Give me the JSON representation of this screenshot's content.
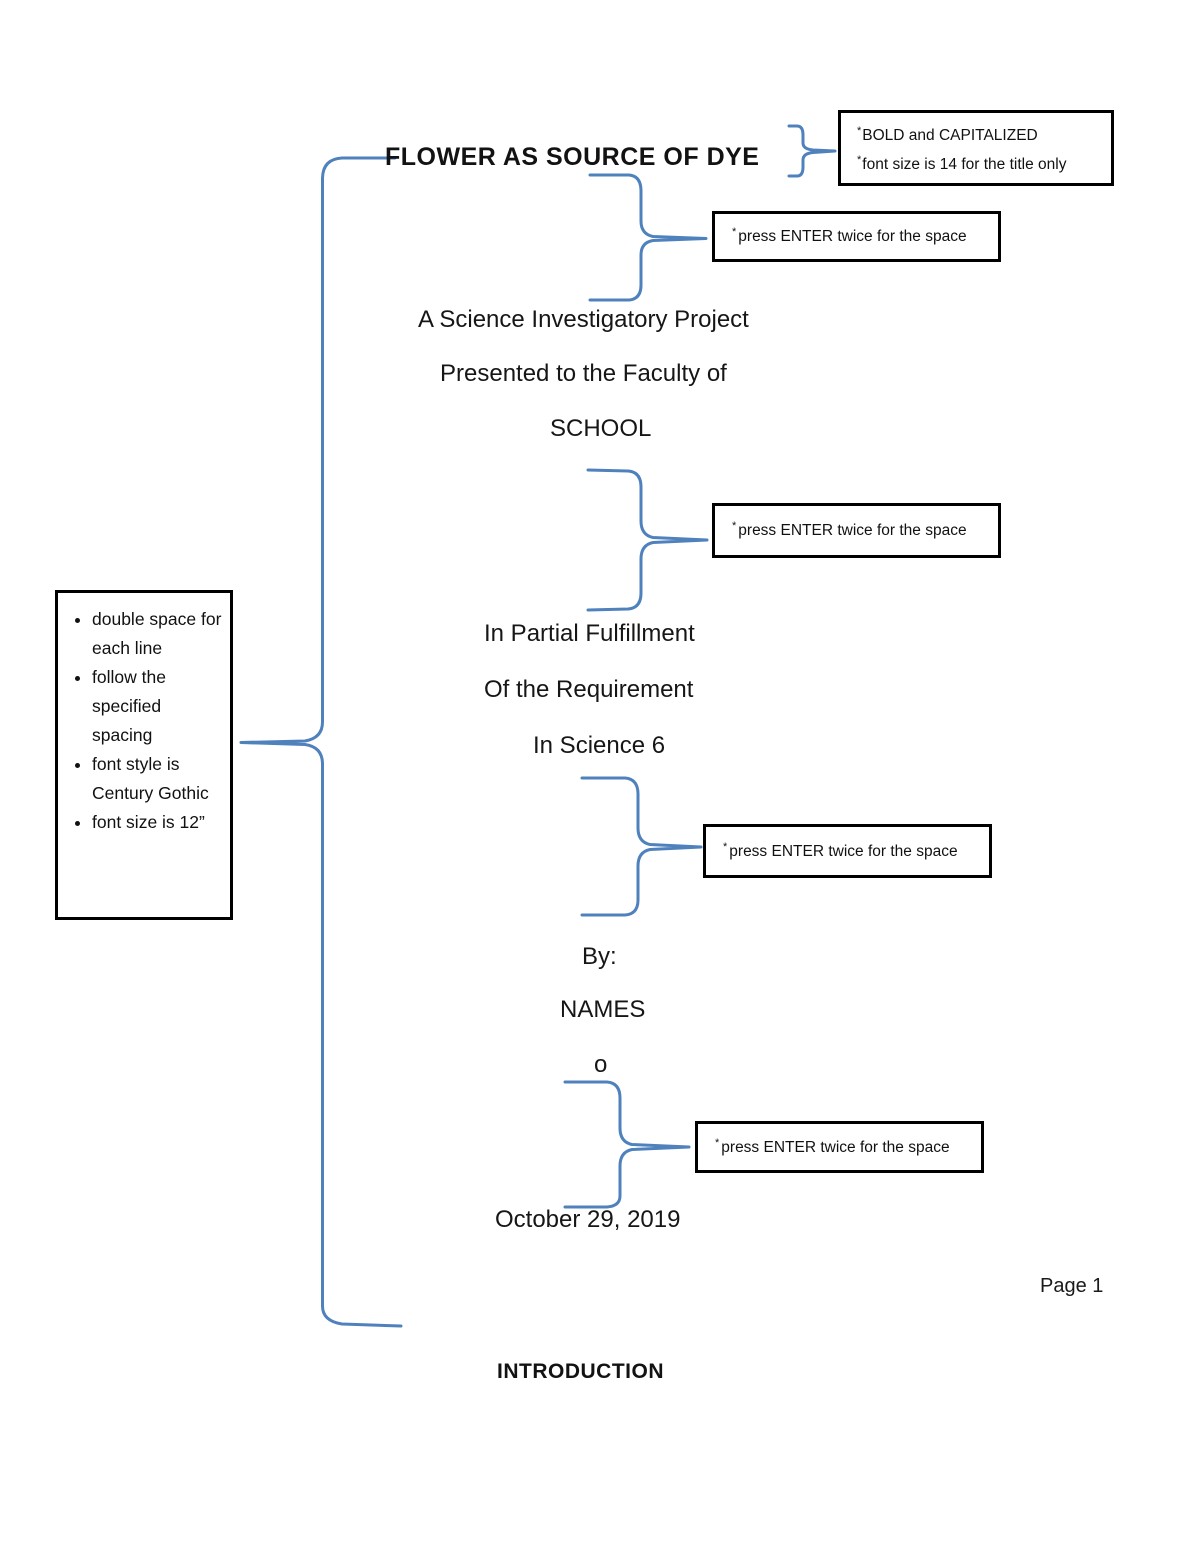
{
  "colors": {
    "connector": "#4F81BD",
    "box_border": "#000000",
    "text": "#141414"
  },
  "document": {
    "title": "FLOWER AS SOURCE OF DYE",
    "subtitle_line1": "A Science Investigatory Project",
    "subtitle_line2": "Presented to the Faculty of",
    "subtitle_line3": "SCHOOL",
    "fulfillment_line1": "In Partial Fulfillment",
    "fulfillment_line2": "Of the Requirement",
    "fulfillment_line3": "In Science 6",
    "byline": "By:",
    "names_placeholder": "NAMES",
    "name_bullet": "o",
    "date": "October 29, 2019",
    "page_number": "Page 1",
    "next_heading": "INTRODUCTION"
  },
  "annotations": {
    "title_note": {
      "line1_marker": "*",
      "line1": "BOLD and CAPITALIZED",
      "line2_marker": "*",
      "line2": "font size is 14 for the title only"
    },
    "enter_notes": [
      {
        "marker": "*",
        "text": "press ENTER twice for the space"
      },
      {
        "marker": "*",
        "text": "press ENTER twice for the space"
      },
      {
        "marker": "*",
        "text": "press ENTER twice for the space"
      },
      {
        "marker": "*",
        "text": "press ENTER twice for the space"
      }
    ],
    "rules": {
      "items": [
        "double space for each line",
        "follow the specified spacing",
        "font style is Century Gothic",
        "font size is 12”"
      ]
    }
  }
}
